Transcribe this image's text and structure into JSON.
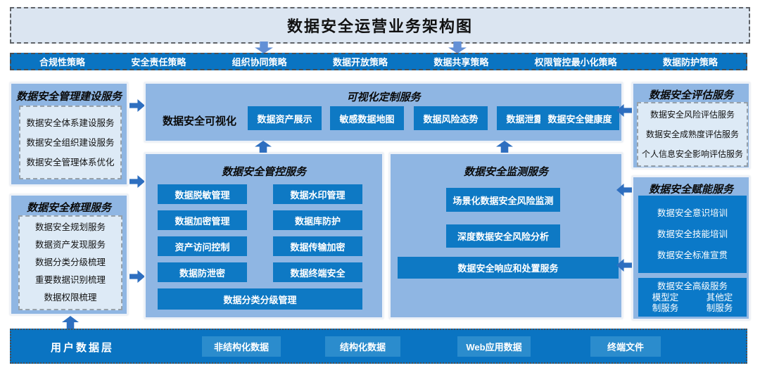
{
  "title": "数据安全运营业务架构图",
  "policy_bar": {
    "items": [
      "合规性策略",
      "安全责任策略",
      "组织协同策略",
      "数据开放策略",
      "数据共享策略",
      "权限管控最小化策略",
      "数据防护策略"
    ]
  },
  "left": {
    "management": {
      "title": "数据安全管理建设服务",
      "items": [
        "数据安全体系建设服务",
        "数据安全组织建设服务",
        "数据安全管理体系优化"
      ]
    },
    "sorting": {
      "title": "数据安全梳理服务",
      "items": [
        "数据安全规划服务",
        "数据资产发现服务",
        "数据分类分级梳理",
        "重要数据识别梳理",
        "数据权限梳理"
      ]
    }
  },
  "visualization": {
    "title": "可视化定制服务",
    "label": "数据安全可视化",
    "buttons": [
      "数据资产展示",
      "敏感数据地图",
      "数据风险态势",
      "数据泄露预警",
      "数据安全健康度"
    ]
  },
  "control": {
    "title": "数据安全管控服务",
    "left_buttons": [
      "数据脱敏管理",
      "数据加密管理",
      "资产访问控制",
      "数据防泄密"
    ],
    "right_buttons": [
      "数据水印管理",
      "数据库防护",
      "数据传输加密",
      "数据终端安全"
    ],
    "wide_button": "数据分类分级管理"
  },
  "monitoring": {
    "title": "数据安全监测服务",
    "buttons": [
      "场景化数据安全风险监测",
      "深度数据安全风险分析"
    ],
    "wide_button": "数据安全响应和处置服务"
  },
  "right": {
    "assessment": {
      "title": "数据安全评估服务",
      "items": [
        "数据安全风险评估服务",
        "数据安全成熟度评估服务",
        "个人信息安全影响评估服务"
      ]
    },
    "enablement": {
      "title": "数据安全赋能服务",
      "training_items": [
        "数据安全意识培训",
        "数据安全技能培训",
        "数据安全标准宣贯"
      ],
      "advanced_title": "数据安全高级服务",
      "advanced_items": [
        "模型定制服务",
        "其他定制服务"
      ]
    }
  },
  "bottom_bar": {
    "label": "用户数据层",
    "items": [
      "非结构化数据",
      "结构化数据",
      "Web应用数据",
      "终端文件"
    ]
  },
  "colors": {
    "strong_blue": "#0a74c2",
    "button_blue": "#0e79c4",
    "panel_blue": "#8fb6e3",
    "light_blue": "#dbe5f1",
    "inner_blue": "#ddeaf6",
    "bottom_item_blue": "#2b8ccd",
    "arrow_blue": "#2e6fc0"
  }
}
